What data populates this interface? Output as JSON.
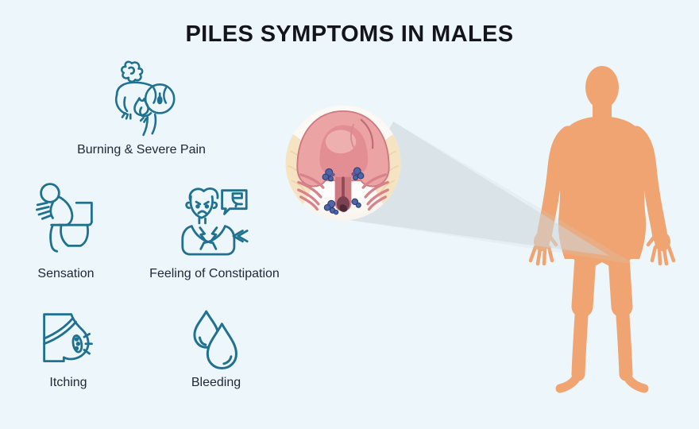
{
  "title": "PILES SYMPTOMS IN MALES",
  "symptoms": [
    {
      "label": "Burning & Severe Pain",
      "icon": "burning-pain-icon"
    },
    {
      "label": "Sensation",
      "icon": "toilet-sitting-icon"
    },
    {
      "label": "Feeling of Constipation",
      "icon": "constipation-icon"
    },
    {
      "label": "Itching",
      "icon": "itching-icon"
    },
    {
      "label": "Bleeding",
      "icon": "blood-drops-icon"
    }
  ],
  "illustration": {
    "name": "hemorrhoid-cross-section"
  },
  "figure": {
    "name": "male-body-silhouette"
  },
  "colors": {
    "background": "#ecf6fb",
    "icon_stroke": "#20718f",
    "title_text": "#14141c",
    "label_text": "#212836",
    "body_skin": "#efa471",
    "beam": "#cdd6da"
  }
}
